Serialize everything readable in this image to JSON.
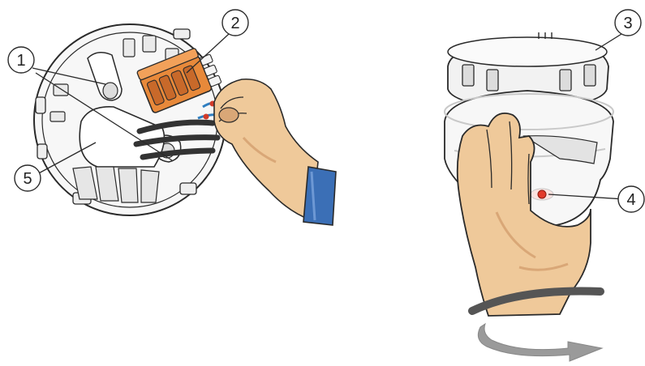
{
  "callouts": [
    {
      "id": "1",
      "label": "1"
    },
    {
      "id": "2",
      "label": "2"
    },
    {
      "id": "3",
      "label": "3"
    },
    {
      "id": "4",
      "label": "4"
    },
    {
      "id": "5",
      "label": "5"
    }
  ],
  "colors": {
    "outline": "#2a2a2a",
    "base_fill": "#f7f7f7",
    "shade": "#c9c9c9",
    "terminal_orange": "#e8893a",
    "wire_blue": "#2f7fc1",
    "wire_red": "#d23b2b",
    "cable_dark": "#333333",
    "skin": "#efc99a",
    "skin_shadow": "#d9a777",
    "sleeve": "#3b6fb6",
    "led_red": "#e23a2a",
    "arrow_grey": "#9a9a9a"
  },
  "icons": [
    "mounting-base",
    "terminal-block",
    "wiring-hand",
    "smoke-detector-head",
    "twisting-hand",
    "rotation-arrow",
    "indicator-led"
  ]
}
